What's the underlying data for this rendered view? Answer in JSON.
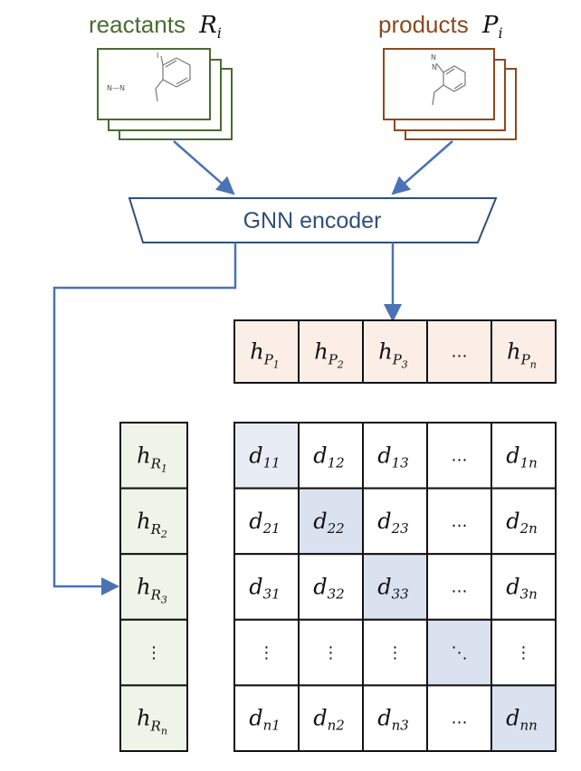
{
  "reactants": {
    "title": "reactants",
    "symbol": "R",
    "subscript": "i",
    "color": "#4a6b30",
    "molecule_labels": {
      "atom_i": "I",
      "n2": "N—N"
    }
  },
  "products": {
    "title": "products",
    "symbol": "P",
    "subscript": "i",
    "color": "#8b4a1f",
    "molecule_labels": {
      "n_top": "N",
      "n_mid": "N"
    }
  },
  "encoder": {
    "label": "GNN encoder"
  },
  "product_embeddings": {
    "symbol": "h",
    "sub_symbol": "P",
    "subsubs": [
      "1",
      "2",
      "3",
      "…",
      "n"
    ],
    "fill": "#fbeee6"
  },
  "reactant_embeddings": {
    "symbol": "h",
    "sub_symbol": "R",
    "subsubs": [
      "1",
      "2",
      "3",
      "⋮",
      "n"
    ],
    "fill": "#eef5e8"
  },
  "distance_matrix": {
    "symbol": "d",
    "row_indices": [
      "1",
      "2",
      "3",
      "⋮",
      "n"
    ],
    "col_indices": [
      "1",
      "2",
      "3",
      "…",
      "n"
    ],
    "diag_fill": "#dbe2ef",
    "first_fill": "#e8edf5",
    "dots": {
      "horizontal": "…",
      "vertical": "⋮",
      "diagonal": "⋱"
    }
  },
  "colors": {
    "arrow": "#4a72b5",
    "encoder_stroke": "#2f4f7a",
    "grid": "#111111"
  }
}
